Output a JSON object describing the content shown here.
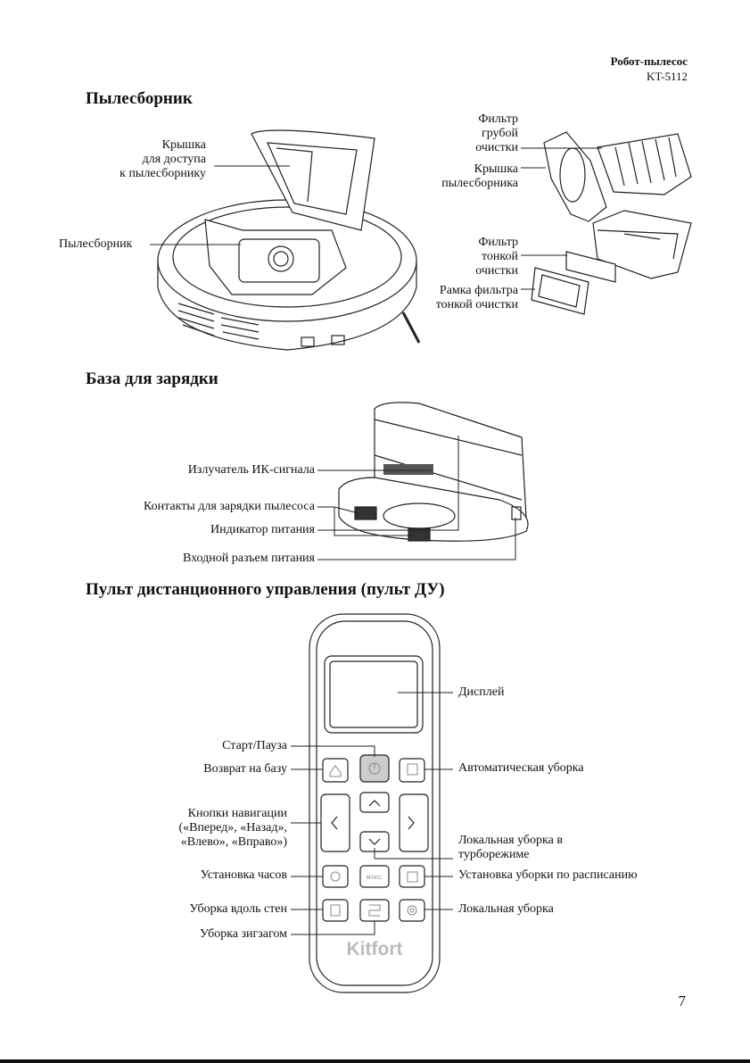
{
  "header": {
    "title": "Робот-пылесос",
    "model": "KT-5112"
  },
  "sections": {
    "dust_bin": "Пылесборник",
    "base": "База для зарядки",
    "remote": "Пульт дистанционного управления (пульт ДУ)"
  },
  "dust_labels": {
    "lid_access": [
      "Крышка",
      "для доступа",
      "к пылесборнику"
    ],
    "dust_bin": "Пылесборник",
    "coarse_filter": [
      "Фильтр",
      "грубой",
      "очистки"
    ],
    "bin_lid": [
      "Крышка",
      "пылесборника"
    ],
    "fine_filter": [
      "Фильтр",
      "тонкой",
      "очистки"
    ],
    "fine_frame": [
      "Рамка фильтра",
      "тонкой очистки"
    ]
  },
  "base_labels": {
    "ir": "Излучатель ИК-сигнала",
    "contacts": "Контакты для зарядки пылесоса",
    "indicator": "Индикатор питания",
    "power_in": "Входной разъем питания"
  },
  "remote_labels": {
    "display": "Дисплей",
    "start": "Старт/Пауза",
    "home": "Возврат на базу",
    "auto": "Автоматическая уборка",
    "nav": [
      "Кнопки навигации",
      "(«Вперед», «Назад»,",
      "«Влево», «Вправо»)"
    ],
    "turbo": [
      "Локальная уборка в",
      "турборежиме"
    ],
    "clock": "Установка часов",
    "schedule": "Установка уборки по расписанию",
    "wall": "Уборка вдоль стен",
    "spot": "Локальная уборка",
    "zigzag": "Уборка зигзагом",
    "brand": "Kitfort",
    "max_button": "MAKC."
  },
  "page_number": "7"
}
